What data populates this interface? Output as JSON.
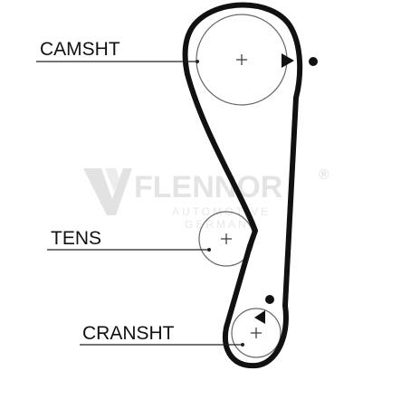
{
  "labels": {
    "camshaft": "CAMSHT",
    "tensioner": "TENS",
    "crankshaft": "CRANSHT"
  },
  "watermark": {
    "brand": "FLENNOR",
    "registered": "®",
    "sub_line_1": "AUTOMOTIVE",
    "sub_line_2": "GERMANY"
  },
  "colors": {
    "belt": "#111111",
    "pulley_outline": "#666666",
    "watermark": "#e4e4e4"
  },
  "icons": {
    "rotation_arrow": "triangle-arrow",
    "timing_mark": "filled-dot"
  }
}
